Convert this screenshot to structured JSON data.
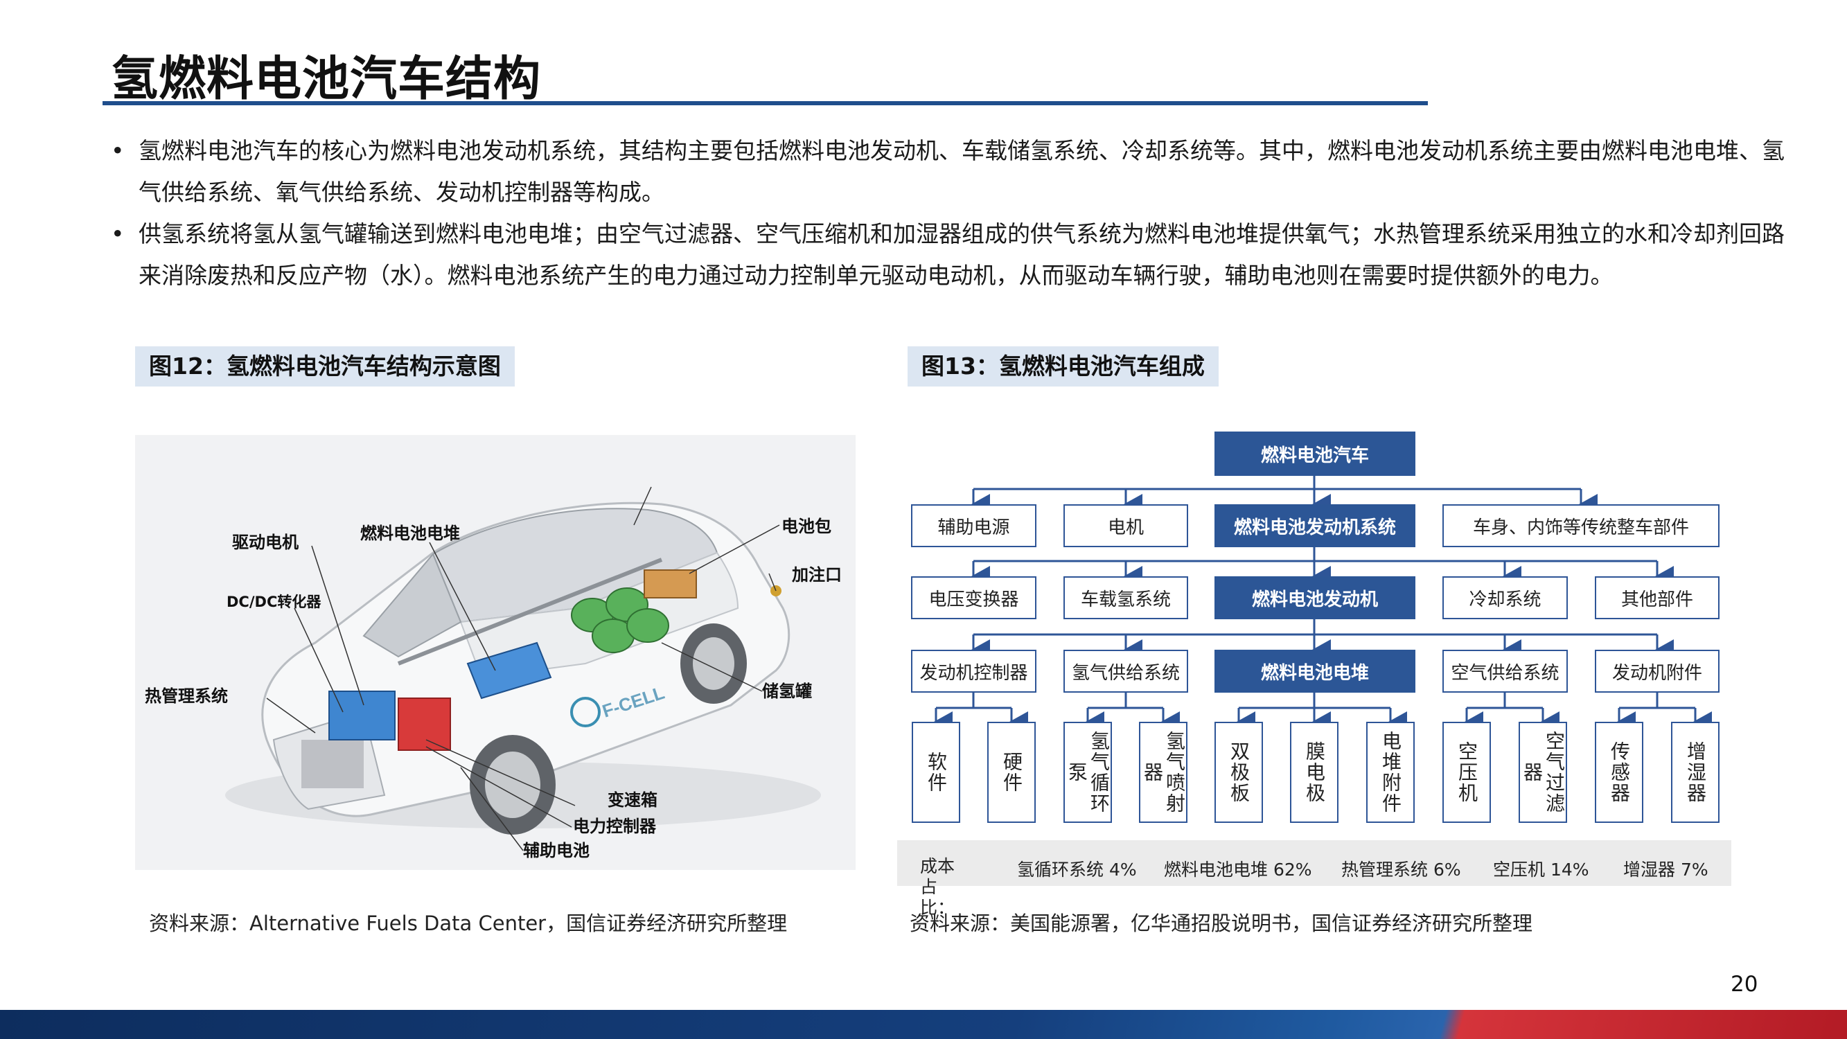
{
  "title": "氢燃料电池汽车结构",
  "bullets": [
    "氢燃料电池汽车的核心为燃料电池发动机系统，其结构主要包括燃料电池发动机、车载储氢系统、冷却系统等。其中，燃料电池发动机系统主要由燃料电池电堆、氢气供给系统、氧气供给系统、发动机控制器等构成。",
    "供氢系统将氢从氢气罐输送到燃料电池电堆；由空气过滤器、空气压缩机和加湿器组成的供气系统为燃料电池堆提供氧气；水热管理系统采用独立的水和冷却剂回路来消除废热和反应产物（水）。燃料电池系统产生的电力通过动力控制单元驱动电动机，从而驱动车辆行驶，辅助电池则在需要时提供额外的电力。"
  ],
  "figure12": {
    "caption": "图12：氢燃料电池汽车结构示意图",
    "car_badge": "F-CELL",
    "labels": {
      "drive_motor": "驱动电机",
      "fuel_cell_stack": "燃料电池电堆",
      "battery_pack": "电池包",
      "filler": "加注口",
      "dcdc": "DC/DC转化器",
      "thermal": "热管理系统",
      "h2_tank": "储氢罐",
      "gearbox": "变速箱",
      "power_controller": "电力控制器",
      "aux_battery": "辅助电池"
    },
    "source": "资料来源：Alternative Fuels Data Center，国信证券经济研究所整理"
  },
  "figure13": {
    "caption": "图13：氢燃料电池汽车组成",
    "root": "燃料电池汽车",
    "level1": [
      "辅助电源",
      "电机",
      "燃料电池发动机系统",
      "车身、内饰等传统整车部件"
    ],
    "level2": [
      "电压变换器",
      "车载氢系统",
      "燃料电池发动机",
      "冷却系统",
      "其他部件"
    ],
    "level3": [
      "发动机控制器",
      "氢气供给系统",
      "燃料电池电堆",
      "空气供给系统",
      "发动机附件"
    ],
    "level4": [
      "软件",
      "硬件",
      "氢气循环泵",
      "氢气喷射器",
      "双极板",
      "膜电极",
      "电堆附件",
      "空压机",
      "空气过滤器",
      "传感器",
      "增湿器"
    ],
    "cost_label": "成本占比：",
    "cost_items": [
      "氢循环系统 4%",
      "燃料电池电堆 62%",
      "热管理系统 6%",
      "空压机 14%",
      "增湿器 7%"
    ],
    "source": "资料来源：美国能源署，亿华通招股说明书，国信证券经济研究所整理"
  },
  "page_number": "20",
  "colors": {
    "accent": "#2c5696",
    "rule": "#1f4e8c",
    "tag_bg": "#dce6f2",
    "footer_red": "#c62832"
  }
}
